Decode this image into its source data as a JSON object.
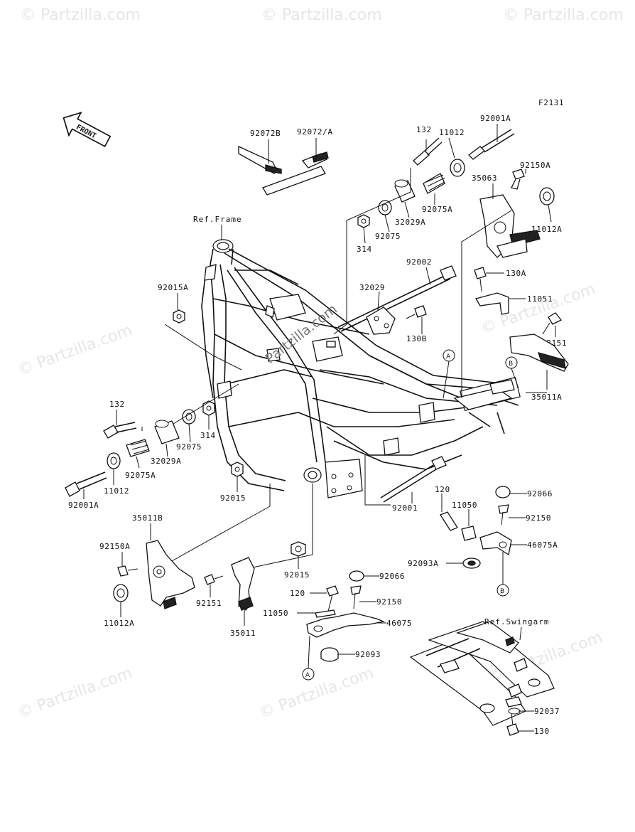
{
  "diagram_id": "F2131",
  "front_label": "FRONT",
  "watermark": "© Partzilla.com",
  "center_watermark": "Partzilla.com",
  "refs": {
    "frame": "Ref.Frame",
    "swingarm": "Ref.Swingarm"
  },
  "callouts": {
    "a": "A",
    "b": "B"
  },
  "labels": {
    "p92072b": "92072B",
    "p92072a": "92072/A",
    "p132_top": "132",
    "p11012_top": "11012",
    "p92001a_top": "92001A",
    "p92150a_top": "92150A",
    "p35063": "35063",
    "p11012a_top": "11012A",
    "p92075a_top": "92075A",
    "p32029a_top": "32029A",
    "p92075_top": "92075",
    "p314_top": "314",
    "p92002": "92002",
    "p130a": "130A",
    "p32029": "32029",
    "p11051": "11051",
    "p130b": "130B",
    "p92151_right": "92151",
    "p35011a": "35011A",
    "p92015a": "92015A",
    "p132_left": "132",
    "p32029a_left": "32029A",
    "p92075_left": "92075",
    "p314_left": "314",
    "p92075a_left": "92075A",
    "p11012_left": "11012",
    "p92001a_left": "92001A",
    "p92015_mid": "92015",
    "p92001": "92001",
    "p120_top": "120",
    "p92066_top": "92066",
    "p11050_top": "11050",
    "p92150_top": "92150",
    "p46075a": "46075A",
    "p92093a": "92093A",
    "p35011b": "35011B",
    "p92150a_left": "92150A",
    "p11012a_left": "11012A",
    "p92151_left": "92151",
    "p92015_low": "92015",
    "p35011": "35011",
    "p92066_low": "92066",
    "p120_low": "120",
    "p92150_low": "92150",
    "p11050_low": "11050",
    "p46075": "46075",
    "p92093": "92093",
    "p92037": "92037",
    "p130": "130"
  }
}
